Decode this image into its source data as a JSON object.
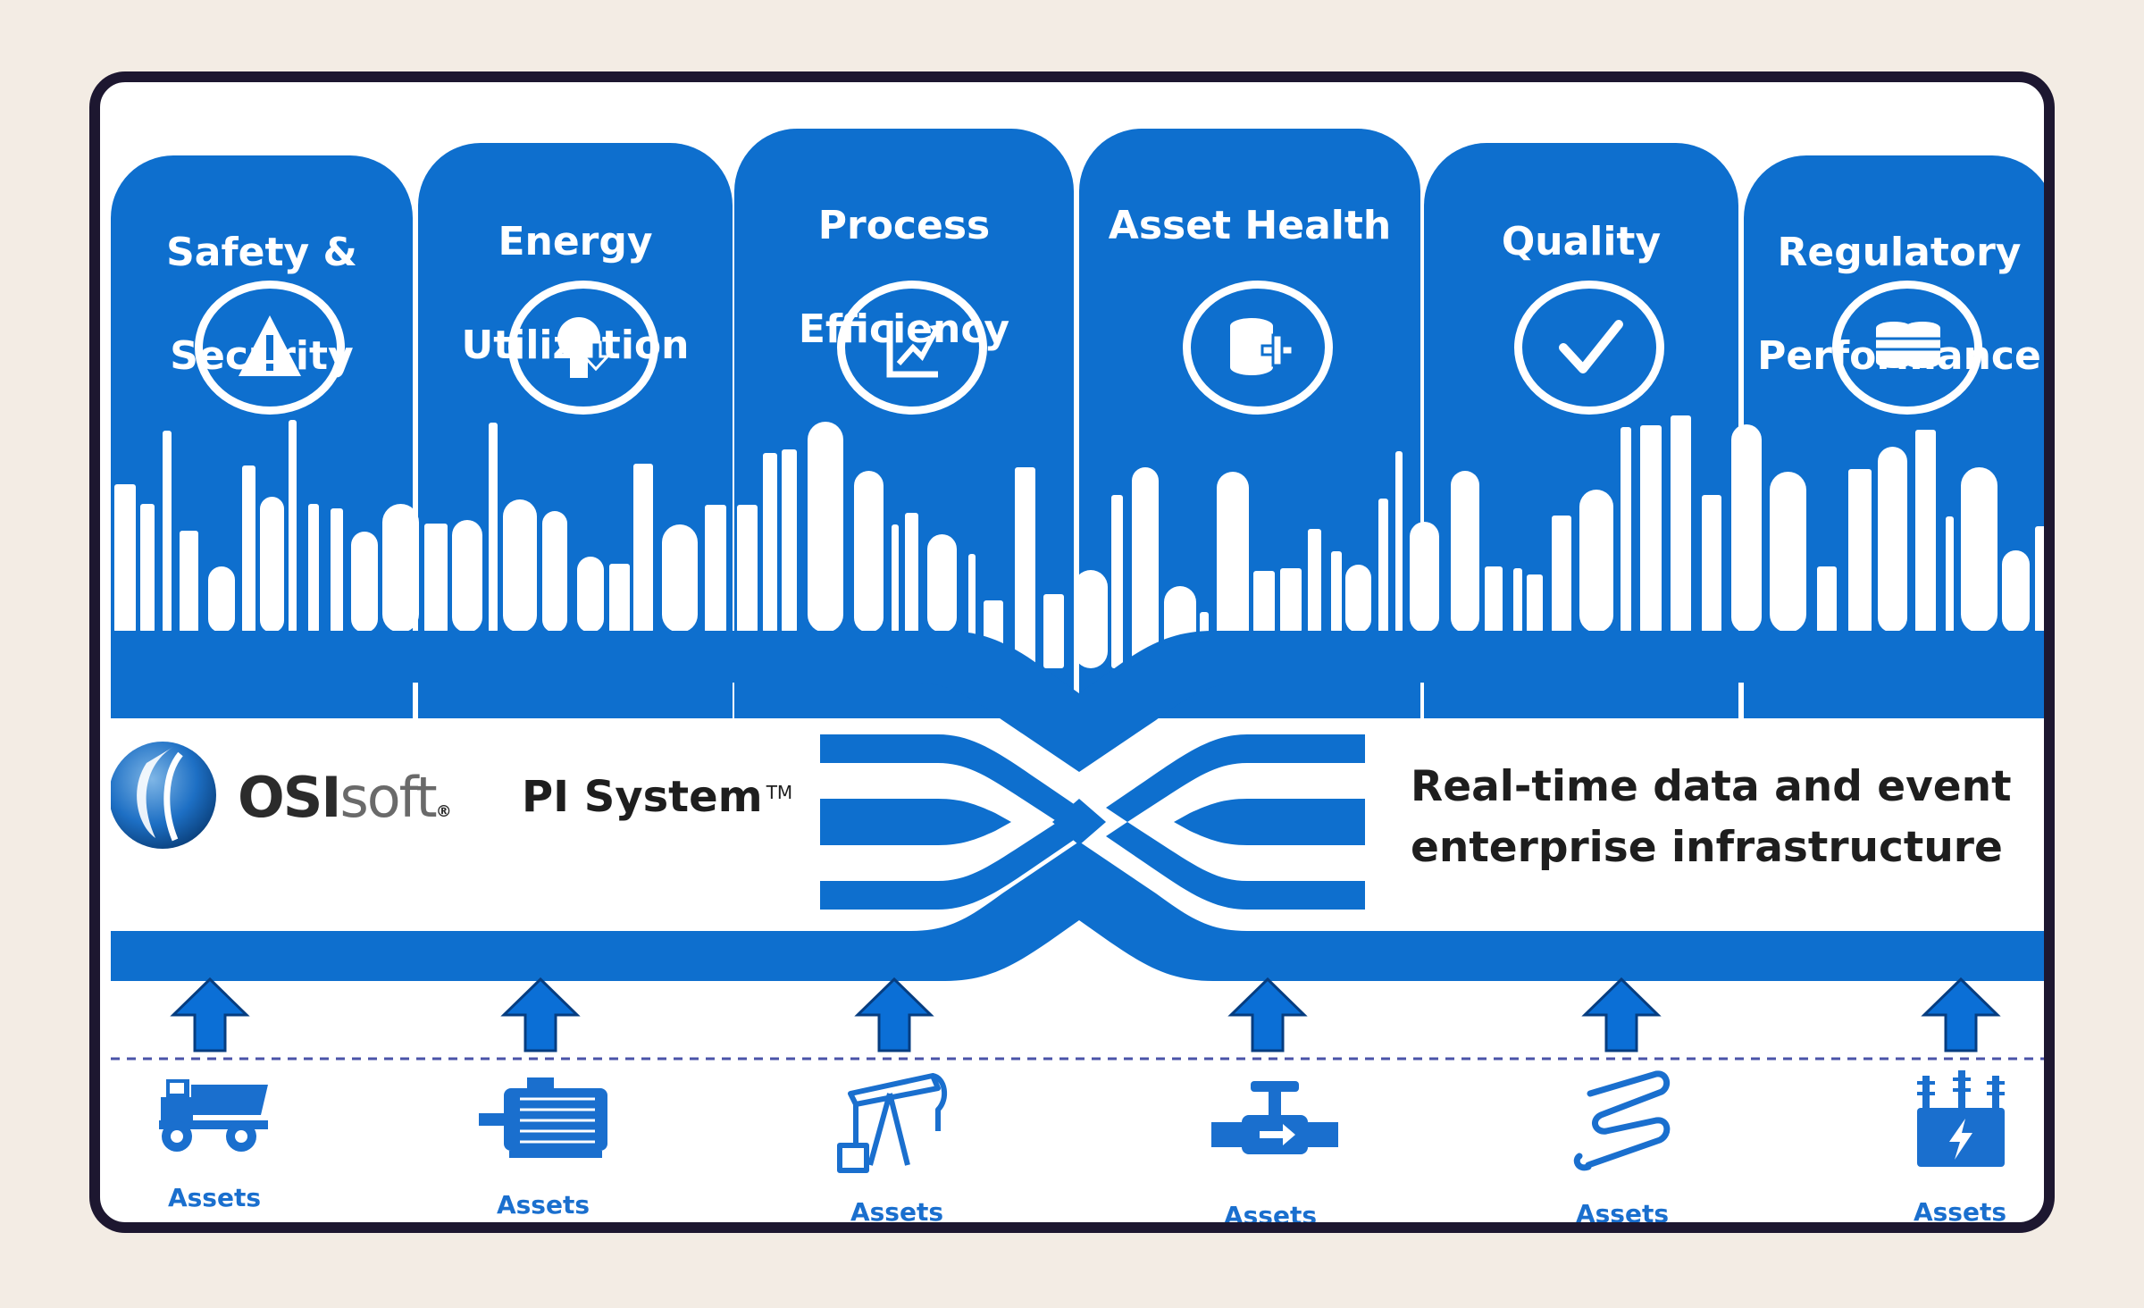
{
  "pillars": [
    {
      "title_lines": [
        "Safety &",
        "Security"
      ],
      "icon": "warning-icon"
    },
    {
      "title_lines": [
        "Energy",
        "Utilization"
      ],
      "icon": "lightbulb-icon"
    },
    {
      "title_lines": [
        "Process",
        "Efficiency"
      ],
      "icon": "trend-chart-icon"
    },
    {
      "title_lines": [
        "Asset Health"
      ],
      "icon": "database-plus-icon"
    },
    {
      "title_lines": [
        "Quality"
      ],
      "icon": "checkmark-icon"
    },
    {
      "title_lines": [
        "Regulatory",
        "Performance"
      ],
      "icon": "coin-stack-icon"
    }
  ],
  "brand": {
    "company": "OSIsoft",
    "company_bold": "OSI",
    "company_light": "soft",
    "registered": "®",
    "product": "PI System",
    "trademark": "TM"
  },
  "tagline_lines": [
    "Real-time data and event",
    "enterprise infrastructure"
  ],
  "assets": [
    {
      "label": "Assets",
      "icon": "haul-truck-icon"
    },
    {
      "label": "Assets",
      "icon": "electric-motor-icon"
    },
    {
      "label": "Assets",
      "icon": "pumpjack-icon"
    },
    {
      "label": "Assets",
      "icon": "pipe-valve-icon"
    },
    {
      "label": "Assets",
      "icon": "pipe-coil-icon"
    },
    {
      "label": "Assets",
      "icon": "transformer-icon"
    }
  ],
  "colors": {
    "brand_blue": "#0e6fce",
    "arrow_blue": "#0b6fd6",
    "background": "#f3ece4",
    "frame": "#1d1730"
  }
}
